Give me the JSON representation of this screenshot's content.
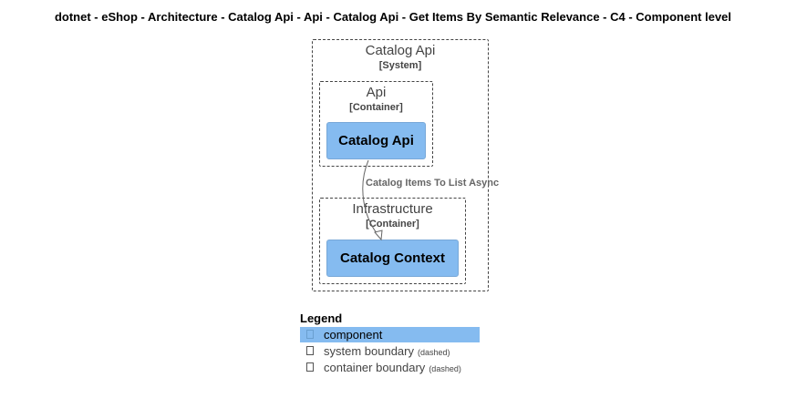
{
  "title": "dotnet - eShop - Architecture - Catalog Api - Api - Catalog Api - Get Items By Semantic Relevance - C4 - Component level",
  "boundaries": {
    "system": {
      "name": "Catalog Api",
      "type": "[System]"
    },
    "api": {
      "name": "Api",
      "type": "[Container]"
    },
    "infrastructure": {
      "name": "Infrastructure",
      "type": "[Container]"
    }
  },
  "components": {
    "catalog_api": {
      "label": "Catalog Api"
    },
    "catalog_context": {
      "label": "Catalog Context"
    }
  },
  "relationship": {
    "label": "Catalog Items To List Async",
    "from": "Catalog Api",
    "to": "Catalog Context"
  },
  "legend": {
    "title": "Legend",
    "items": [
      {
        "label": "component",
        "note": ""
      },
      {
        "label": "system boundary",
        "note": "(dashed)"
      },
      {
        "label": "container boundary",
        "note": "(dashed)"
      }
    ]
  },
  "colors": {
    "component_fill": "#85bbf0",
    "boundary_stroke": "#444444",
    "relationship_stroke": "#666666"
  }
}
